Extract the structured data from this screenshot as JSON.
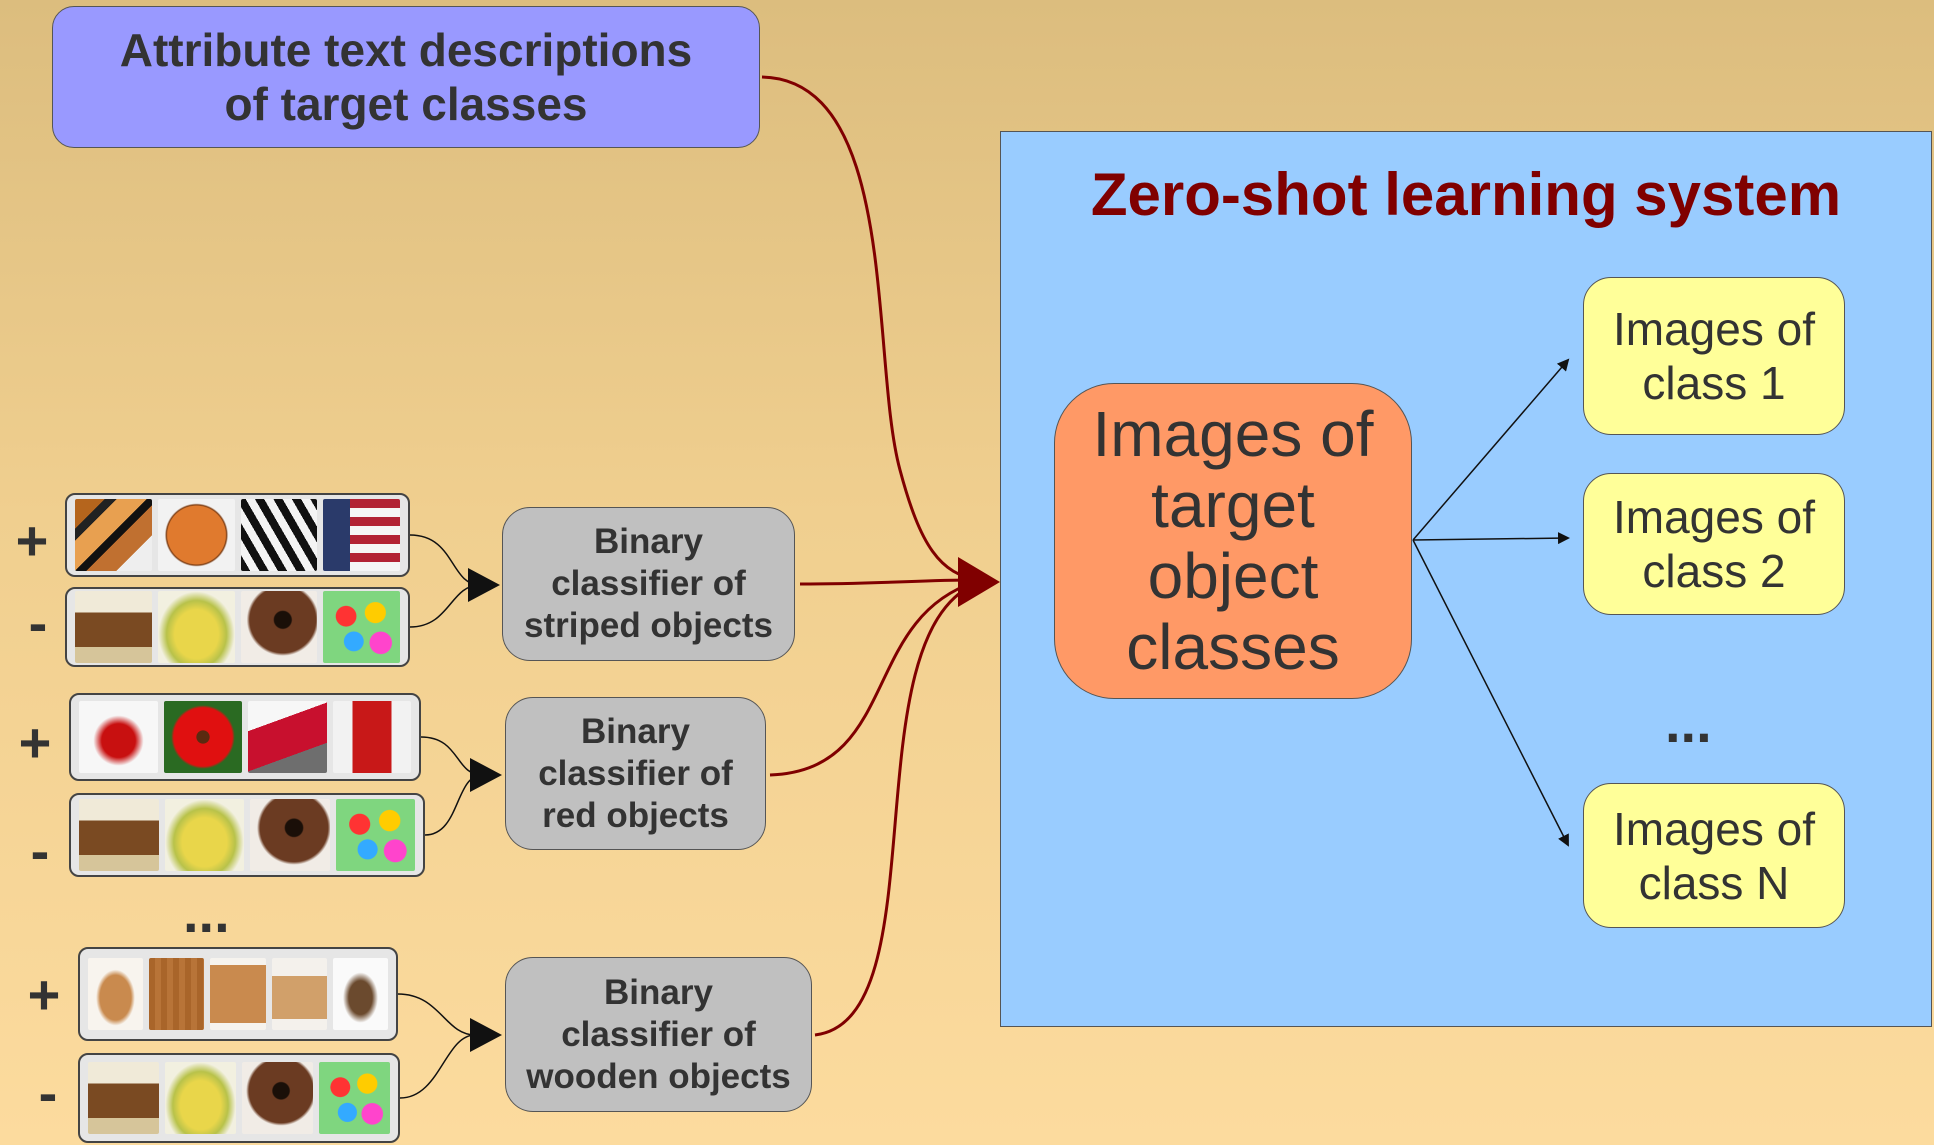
{
  "attribute_box": {
    "line1": "Attribute text descriptions",
    "line2": "of target classes"
  },
  "zsl": {
    "title": "Zero-shot learning system",
    "target": {
      "line1": "Images of",
      "line2": "target",
      "line3": "object",
      "line4": "classes"
    },
    "classes": [
      {
        "line1": "Images of",
        "line2": "class 1"
      },
      {
        "line1": "Images of",
        "line2": "class 2"
      },
      {
        "line1": "Images of",
        "line2": "class N"
      }
    ],
    "ellipsis": "..."
  },
  "classifiers": [
    {
      "line1": "Binary",
      "line2": "classifier of",
      "line3": "striped objects",
      "positive": [
        "tiger",
        "basketball",
        "zebras",
        "flag"
      ],
      "negative": [
        "horse",
        "bananas",
        "cake",
        "eggs"
      ]
    },
    {
      "line1": "Binary",
      "line2": "classifier of",
      "line3": "red objects",
      "positive": [
        "shoe",
        "flower",
        "laptop",
        "phone-booth"
      ],
      "negative": [
        "horse",
        "bananas",
        "cake",
        "eggs"
      ]
    },
    {
      "line1": "Binary",
      "line2": "classifier of",
      "line3": "wooden objects",
      "positive": [
        "bowl",
        "door",
        "cabinet",
        "toy-kitchen",
        "lamp"
      ],
      "negative": [
        "horse",
        "bananas",
        "cake",
        "eggs"
      ]
    }
  ],
  "signs": {
    "plus": "+",
    "minus": "-"
  },
  "left_ellipsis": "...",
  "colors": {
    "arrow_dark_red": "#800000",
    "arrow_black": "#111111",
    "title": "#800000"
  }
}
